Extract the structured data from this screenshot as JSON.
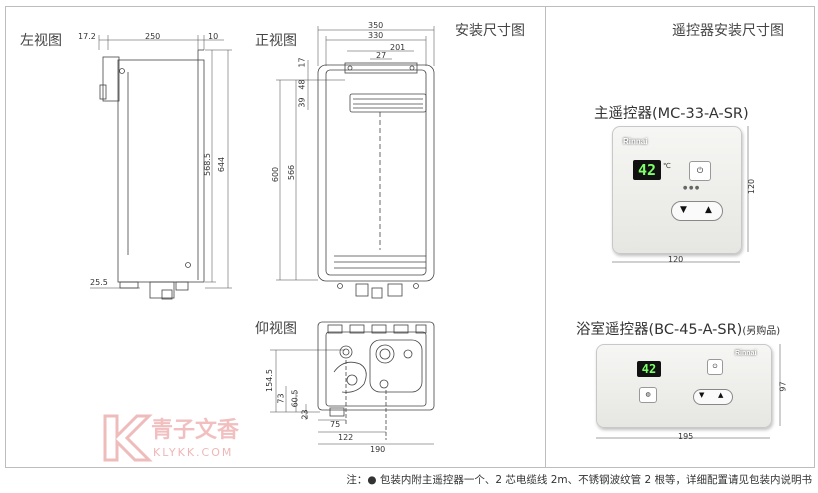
{
  "titles": {
    "left_view": "左视图",
    "front_view": "正视图",
    "install_dim": "安装尺寸图",
    "remote_dim": "遥控器安装尺寸图",
    "bottom_view": "仰视图"
  },
  "main_remote": {
    "title": "主遥控器(MC-33-A-SR)",
    "brand": "Rinnai",
    "display": "42",
    "unit": "℃",
    "dim_w": "120",
    "dim_h": "120"
  },
  "bath_remote": {
    "title": "浴室遥控器(BC-45-A-SR)",
    "suffix": "(另购品)",
    "brand": "Rinnai",
    "display": "42",
    "dim_w": "195",
    "dim_h": "97"
  },
  "dims_left": {
    "top_a": "17.2",
    "top_b": "250",
    "top_c": "10",
    "h1": "568.5",
    "h2": "644",
    "bottom": "25.5"
  },
  "dims_front": {
    "w1": "350",
    "w2": "330",
    "w3": "201",
    "w4": "27",
    "v1": "17",
    "v2": "48",
    "v3": "39",
    "v4": "600",
    "v5": "566"
  },
  "dims_bottom": {
    "h1": "154.5",
    "h2": "73",
    "h3": "60.5",
    "h4": "23",
    "w1": "75",
    "w2": "122",
    "w3": "190"
  },
  "watermark": {
    "name": "青子文香",
    "url": "KLYKK.COM"
  },
  "footer_note": "注：● 包装内附主遥控器一个、2 芯电缆线 2m、不锈钢波纹管 2 根等，详细配置请见包装内说明书"
}
